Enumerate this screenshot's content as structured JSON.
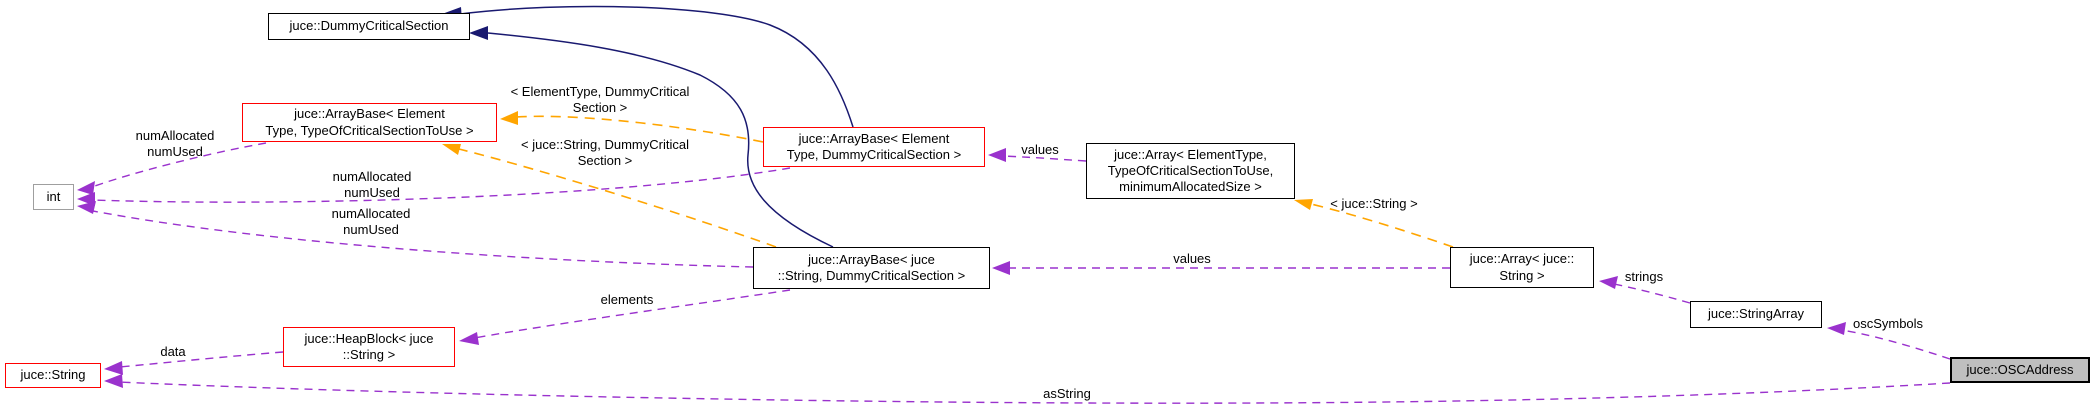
{
  "diagram": {
    "kind": "doxygen-collaboration-graph",
    "nodes": {
      "dummy_critical_section": {
        "label": "juce::DummyCriticalSection"
      },
      "arraybase_elementtype_tocstu": {
        "line1": "juce::ArrayBase< Element",
        "line2": "Type, TypeOfCriticalSectionToUse >"
      },
      "arraybase_elementtype_dcs": {
        "line1": "juce::ArrayBase< Element",
        "line2": "Type, DummyCriticalSection >"
      },
      "array_elementtype": {
        "line1": "juce::Array< ElementType,",
        "line2": "TypeOfCriticalSectionToUse,",
        "line3": "minimumAllocatedSize >"
      },
      "int_type": {
        "label": "int"
      },
      "arraybase_string_dcs": {
        "line1": "juce::ArrayBase< juce",
        "line2": "::String, DummyCriticalSection >"
      },
      "array_string": {
        "line1": "juce::Array< juce::",
        "line2": "String >"
      },
      "string_array": {
        "label": "juce::StringArray"
      },
      "heapblock_string": {
        "line1": "juce::HeapBlock< juce",
        "line2": "::String >"
      },
      "string": {
        "label": "juce::String"
      },
      "osc_address": {
        "label": "juce::OSCAddress"
      }
    },
    "edge_labels": {
      "num_allocated_used_1": {
        "line1": "numAllocated",
        "line2": "numUsed"
      },
      "num_allocated_used_2": {
        "line1": "numAllocated",
        "line2": "numUsed"
      },
      "num_allocated_used_3": {
        "line1": "numAllocated",
        "line2": "numUsed"
      },
      "template_elementtype_dcs": {
        "line1": "< ElementType, DummyCritical",
        "line2": "Section >"
      },
      "template_string_dcs": {
        "line1": "< juce::String, DummyCritical",
        "line2": "Section >"
      },
      "template_string": "< juce::String >",
      "values_1": "values",
      "values_2": "values",
      "elements": "elements",
      "data": "data",
      "strings": "strings",
      "osc_symbols": "oscSymbols",
      "as_string": "asString"
    },
    "colors": {
      "inheritance_edge": "#191970",
      "usage_edge": "#9a32cd",
      "template_edge": "#ffa500",
      "template_node_border": "#ff0000",
      "node_border": "#000000",
      "truncated_node_border": "#9f9f9f",
      "focus_node_fill": "#bfbfbf",
      "background": "#ffffff"
    }
  }
}
